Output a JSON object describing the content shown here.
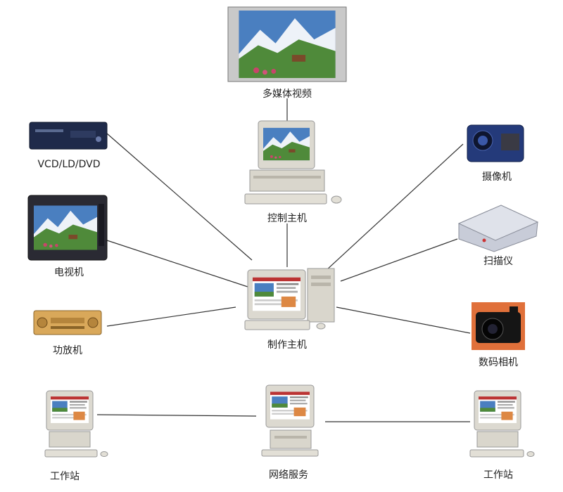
{
  "nodes": {
    "multimedia": {
      "label": "多媒体视频"
    },
    "control": {
      "label": "控制主机"
    },
    "production": {
      "label": "制作主机"
    },
    "vcd": {
      "label": "VCD/LD/DVD"
    },
    "tv": {
      "label": "电视机"
    },
    "amplifier": {
      "label": "功放机"
    },
    "camcorder": {
      "label": "摄像机"
    },
    "scanner": {
      "label": "扫描仪"
    },
    "camera": {
      "label": "数码相机"
    },
    "workstation_left": {
      "label": "工作站"
    },
    "network": {
      "label": "网络服务"
    },
    "workstation_right": {
      "label": "工作站"
    }
  },
  "colors": {
    "line": "#333333",
    "sky": "#4a7fc0",
    "mountain": "#e9eef5",
    "grass": "#4f8a3a",
    "case": "#d9d6cc"
  }
}
